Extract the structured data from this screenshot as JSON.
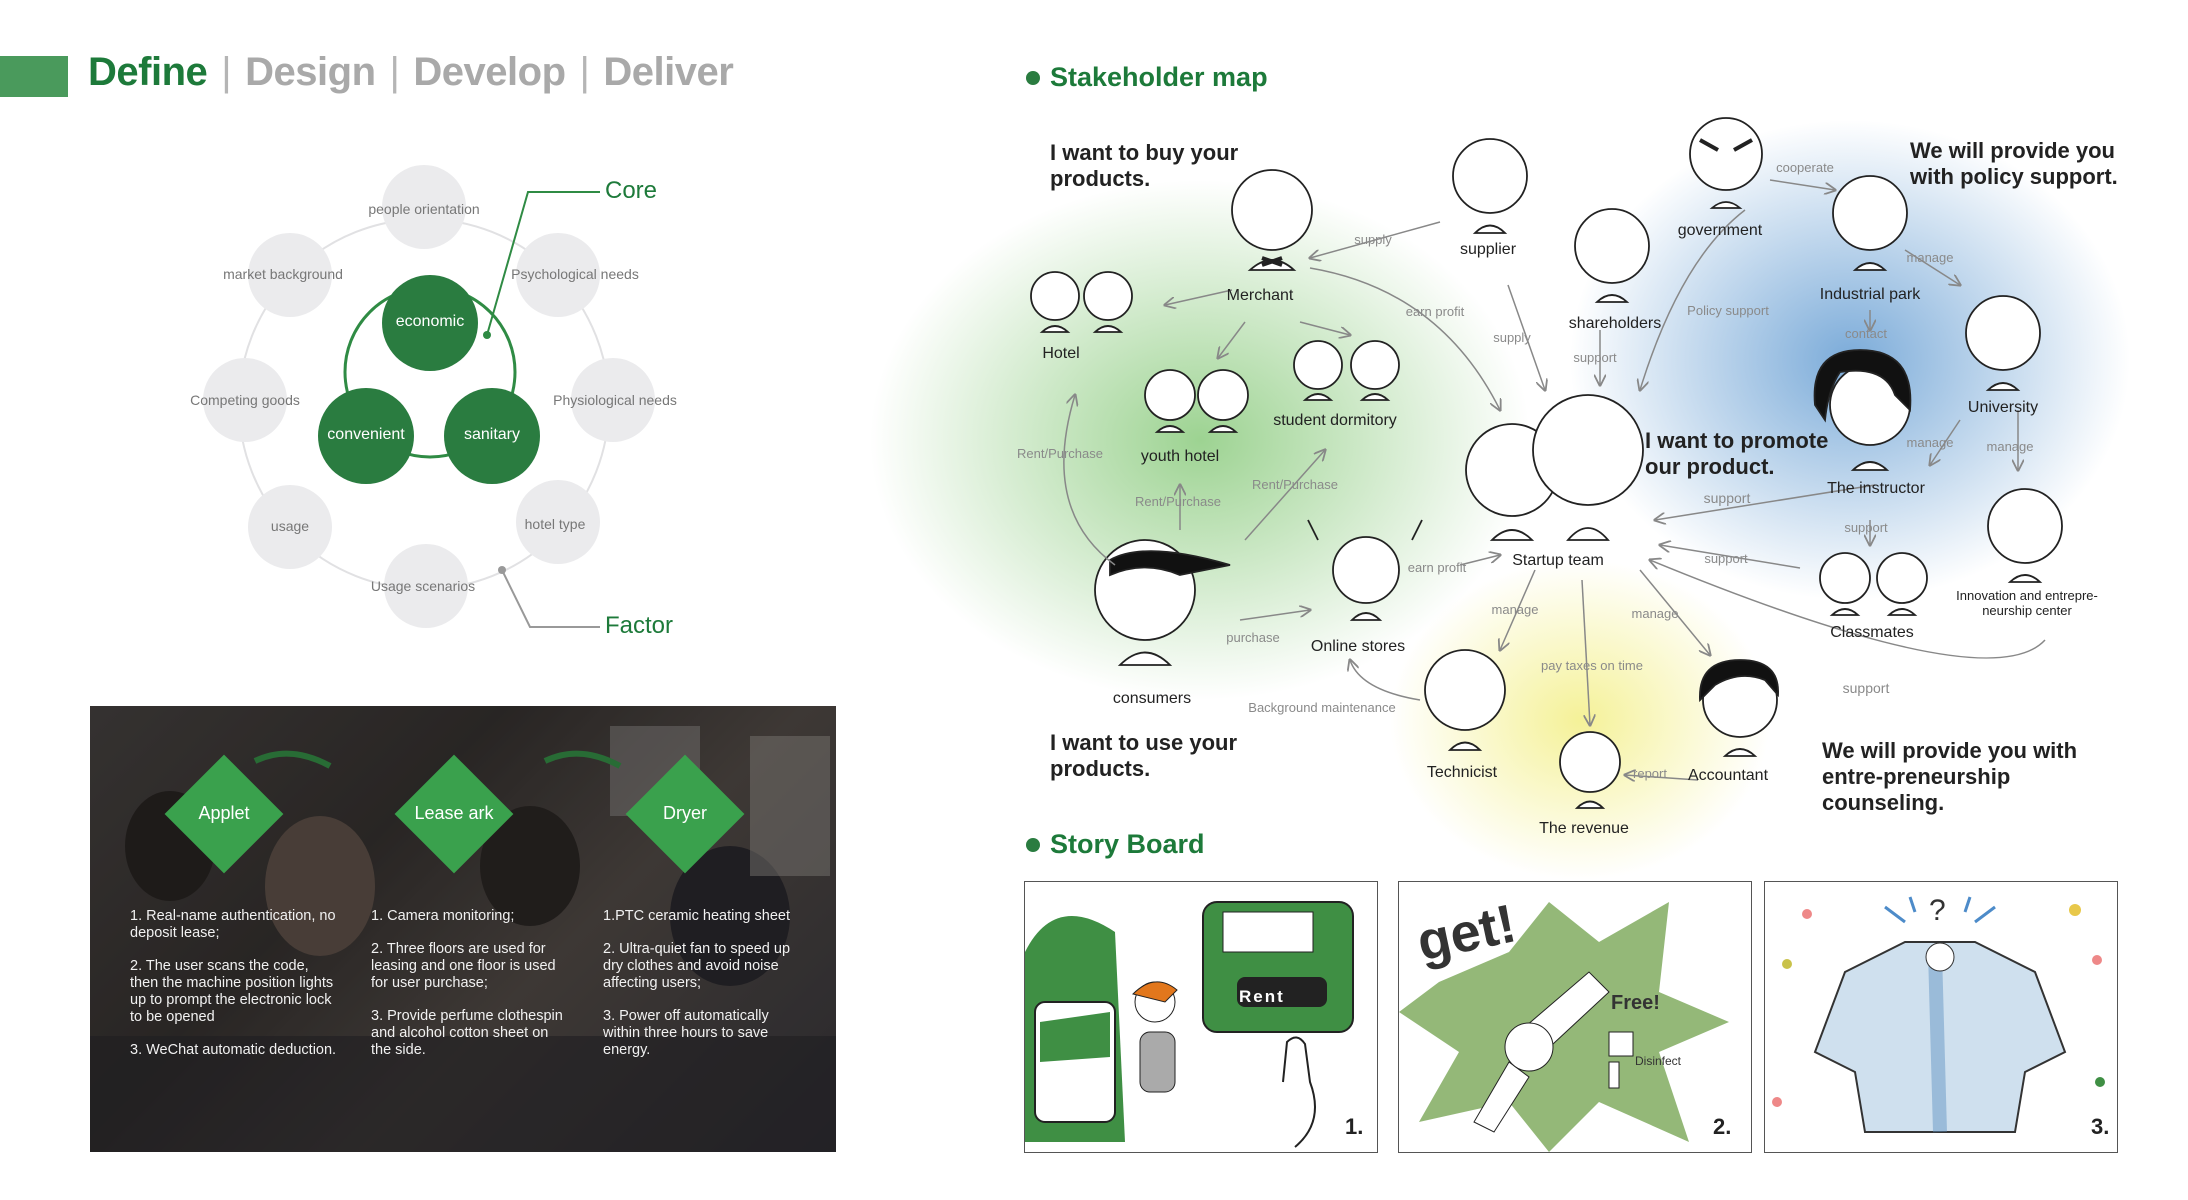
{
  "nav": {
    "define": "Define",
    "design": "Design",
    "develop": "Develop",
    "deliver": "Deliver",
    "sep": "|"
  },
  "core_diagram": {
    "core_label": "Core",
    "factor_label": "Factor",
    "core_items": [
      "economic",
      "convenient",
      "sanitary"
    ],
    "factors": [
      "people orientation",
      "Psychological needs",
      "Physiological needs",
      "hotel type",
      "Usage scenarios",
      "usage",
      "Competing goods",
      "market background"
    ]
  },
  "products": [
    {
      "name": "Applet",
      "points": [
        "1.  Real-name authentication, no deposit lease;",
        "2.  The user scans the code, then the machine position lights up to prompt the electronic lock to be opened",
        "3.  WeChat automatic deduction."
      ]
    },
    {
      "name": "Lease ark",
      "points": [
        "1. Camera monitoring;",
        "2. Three floors are used for leasing and one floor is used for user purchase;",
        "3. Provide perfume clothespin and alcohol cotton sheet on the side."
      ]
    },
    {
      "name": "Dryer",
      "points": [
        "1.PTC ceramic heating sheet",
        "2. Ultra-quiet fan to speed up dry clothes and avoid noise affecting users;",
        "3.  Power off automatically within three hours to save energy."
      ]
    }
  ],
  "stakeholder": {
    "title": "Stakeholder map",
    "quotes": {
      "buy": "I want to buy your products.",
      "policy": "We will provide you with policy support.",
      "promote": "I want to promote our product.",
      "use": "I want to use your products.",
      "counsel": "We will provide you with entre-preneurship counseling."
    },
    "nodes": {
      "merchant": "Merchant",
      "hotel": "Hotel",
      "youth_hotel": "youth hotel",
      "dormitory": "student dormitory",
      "supplier": "supplier",
      "shareholders": "shareholders",
      "government": "government",
      "industrial_park": "Industrial park",
      "university": "University",
      "instructor": "The instructor",
      "startup": "Startup team",
      "classmates": "Classmates",
      "innovation": "Innovation and entrepre-neurship center",
      "online_stores": "Online stores",
      "consumers": "consumers",
      "technicist": "Technicist",
      "accountant": "Accountant",
      "revenue": "The revenue"
    },
    "edges": {
      "supply1": "supply",
      "supply2": "supply",
      "earn_profit1": "earn profit",
      "earn_profit2": "earn profit",
      "support1": "support",
      "cooperate": "cooperate",
      "manage1": "manage",
      "policy_support": "Policy support",
      "contact": "contact",
      "manage2": "manage",
      "manage3": "manage",
      "support2": "support",
      "support3": "support",
      "support4": "support",
      "support5": "support",
      "rent_purchase1": "Rent/Purchase",
      "rent_purchase2": "Rent/Purchase",
      "rent_purchase3": "Rent/Purchase",
      "purchase": "purchase",
      "background_maintenance": "Background maintenance",
      "manage4": "manage",
      "manage5": "manage",
      "pay_taxes": "pay taxes on time",
      "report": "report"
    }
  },
  "storyboard": {
    "title": "Story Board",
    "frames": [
      {
        "num": "1.",
        "text": "Rent"
      },
      {
        "num": "2.",
        "text": "get!",
        "text2": "Free!",
        "text3": "Disinfect"
      },
      {
        "num": "3.",
        "text": "?"
      }
    ]
  },
  "colors": {
    "brand": "#1d7a3a",
    "accent": "#3aa14d",
    "muted": "#a9a9a9"
  }
}
